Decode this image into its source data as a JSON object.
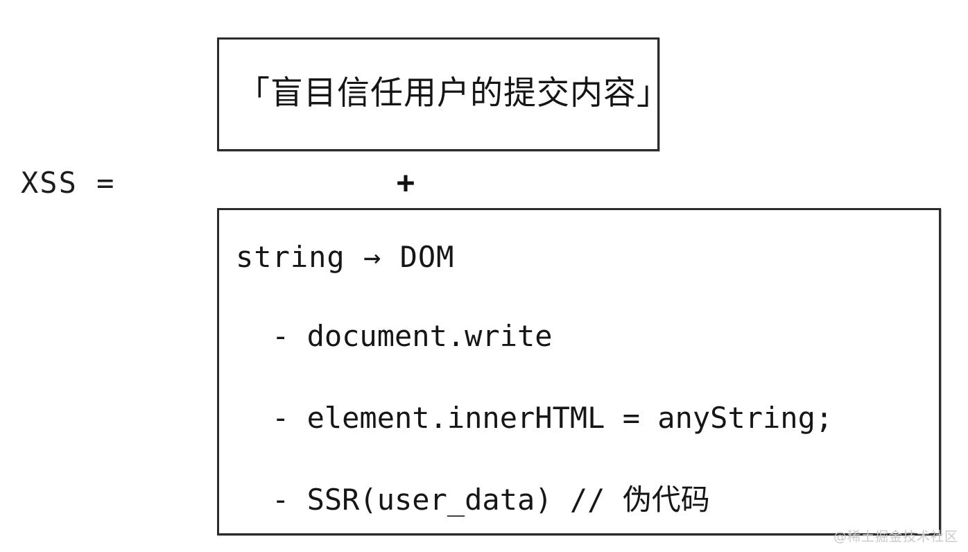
{
  "diagram": {
    "equation_label": "XSS =",
    "operator": "+",
    "term_one": {
      "name": "blind-trust-box",
      "text": "「盲目信任用户的提交内容」"
    },
    "term_two": {
      "name": "string-to-dom-box",
      "heading": "string → DOM",
      "items": [
        "- document.write",
        "- element.innerHTML = anyString;",
        "- SSR(user_data) // 伪代码"
      ]
    }
  },
  "watermark": {
    "text": "@稀土掘金技术社区"
  },
  "colors": {
    "background": "#ffffff",
    "ink": "#161616",
    "border": "#2b2b2b",
    "watermark": "#c9c9c9"
  }
}
